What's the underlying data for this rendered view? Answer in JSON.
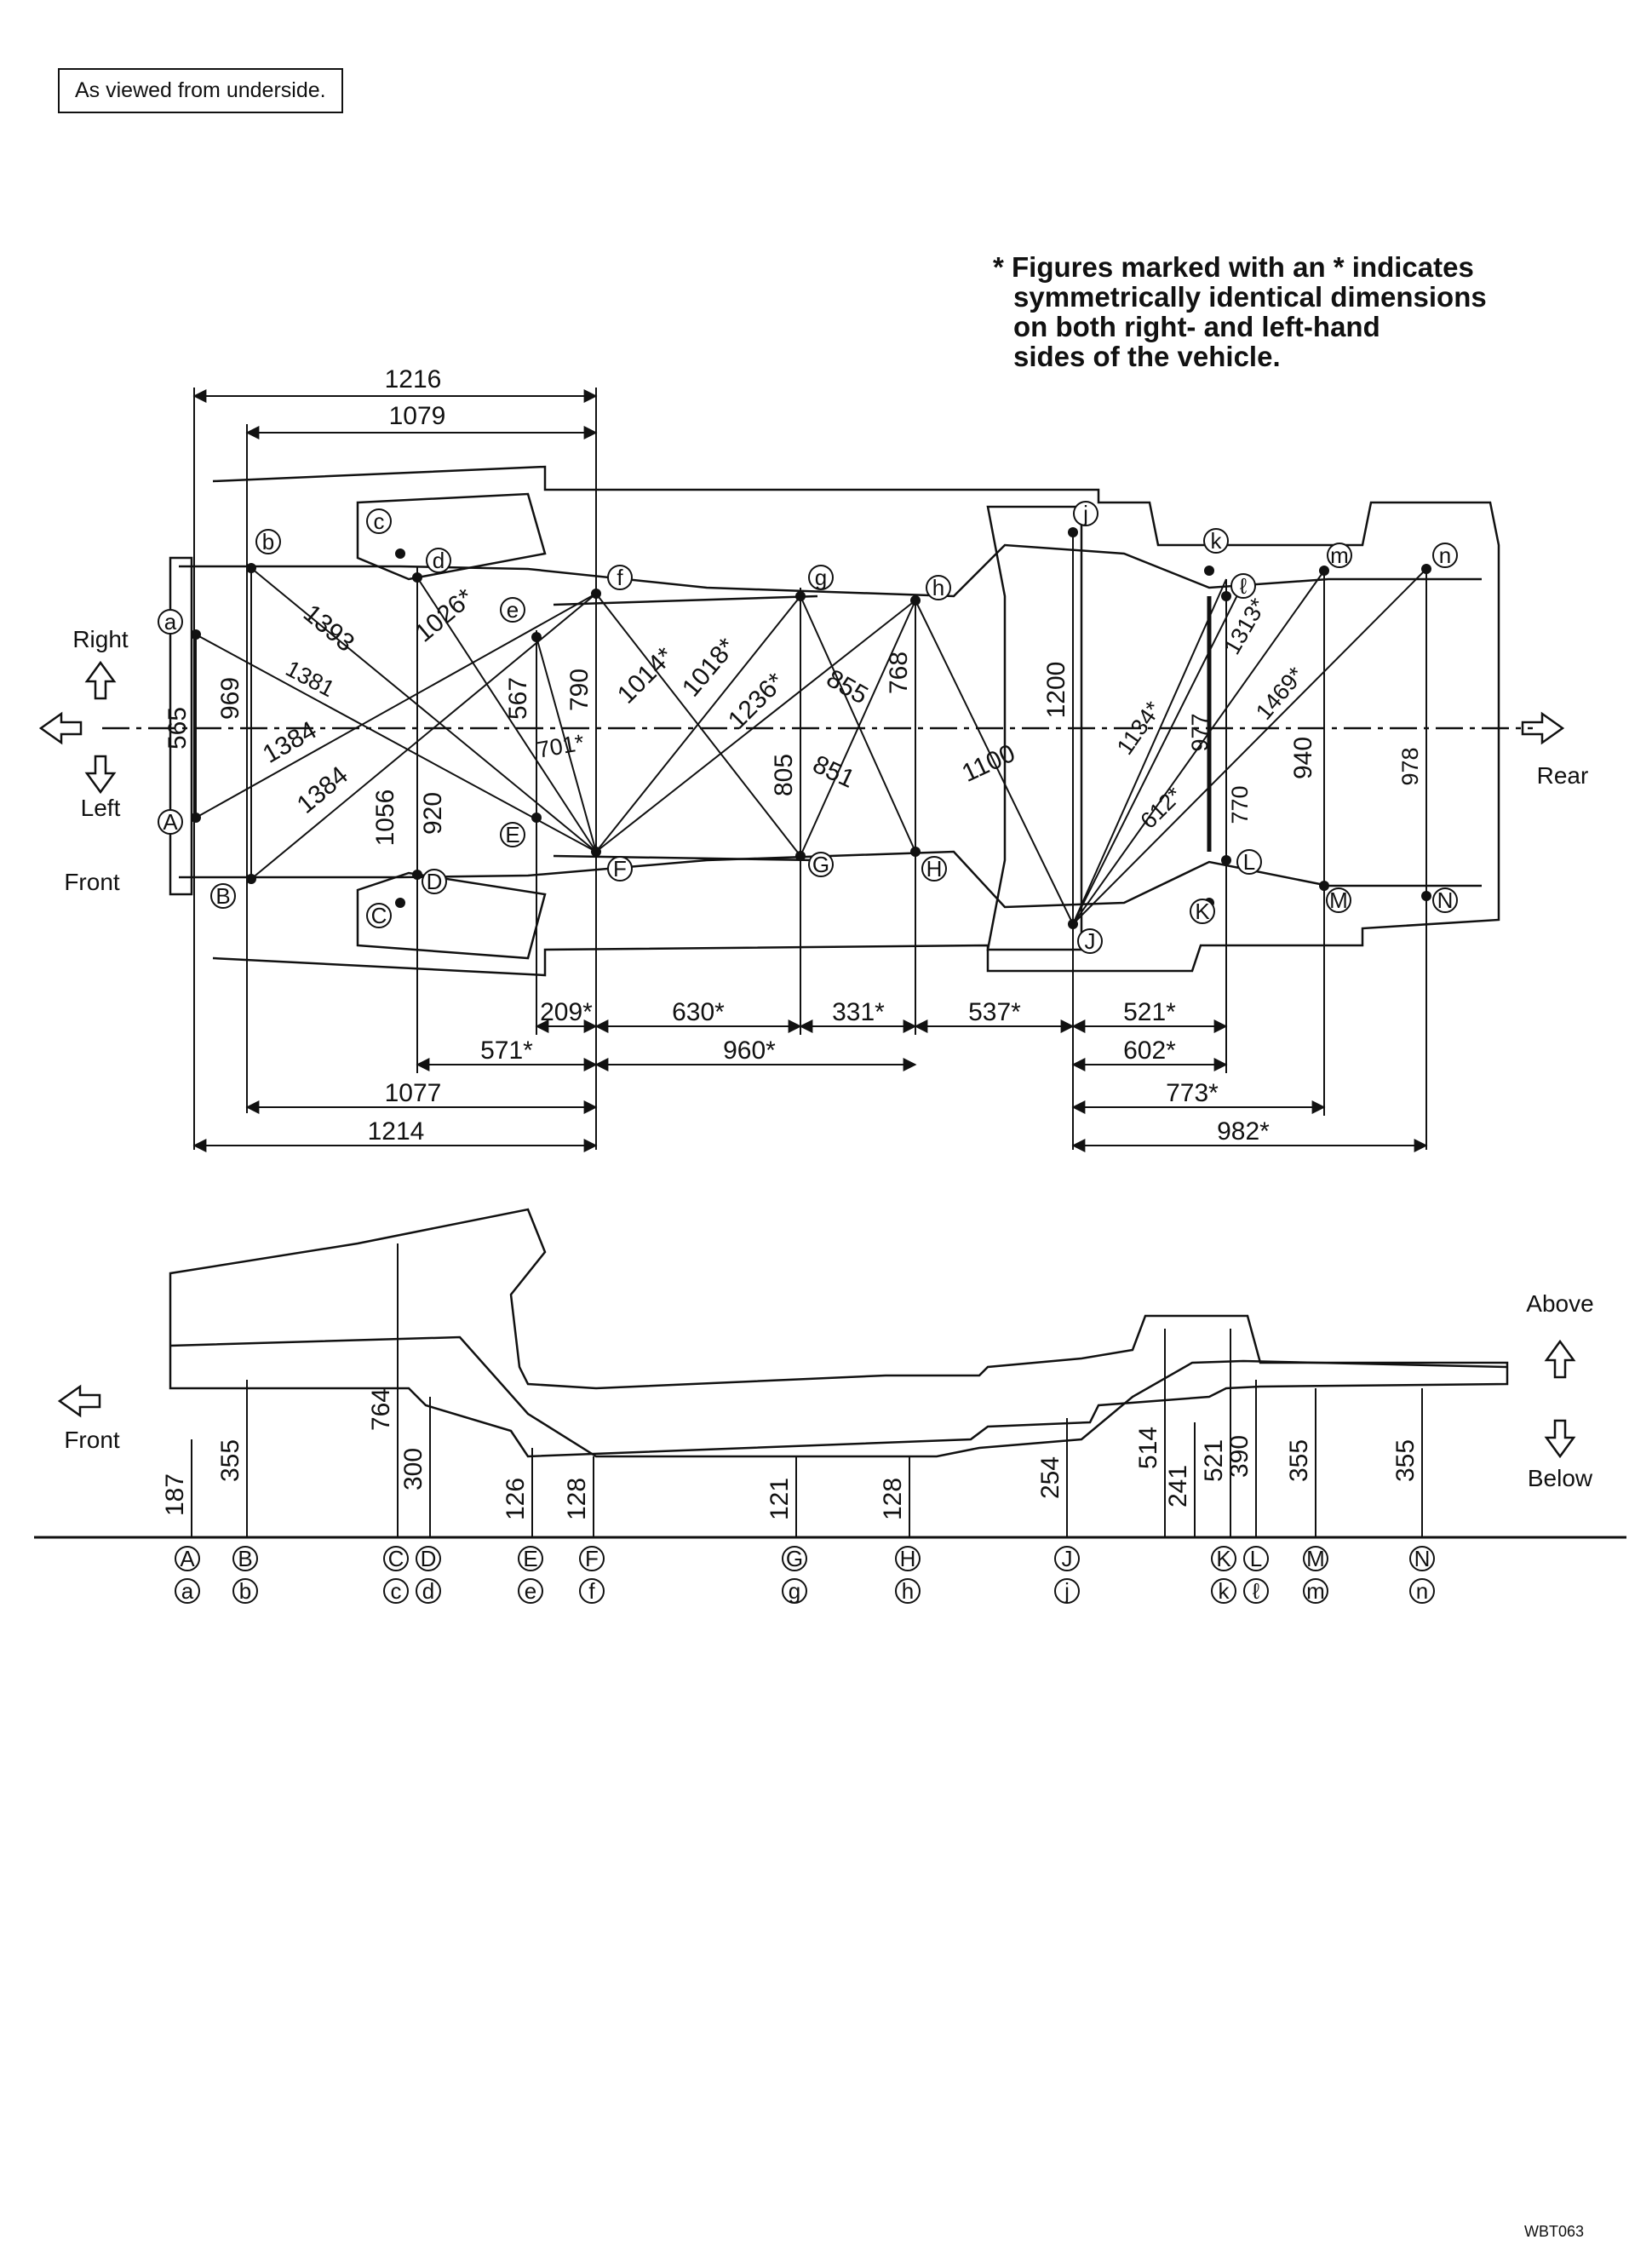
{
  "note_box": "As viewed from underside.",
  "footnote": {
    "line1": "* Figures marked with an * indicates",
    "line2": "symmetrically identical dimensions",
    "line3": "on both right- and left-hand",
    "line4": "sides of the vehicle."
  },
  "directions": {
    "right": "Right",
    "left": "Left",
    "front_top": "Front",
    "rear": "Rear",
    "front_side": "Front",
    "above": "Above",
    "below": "Below"
  },
  "top_view": {
    "top_dims": [
      "1216",
      "1079"
    ],
    "bottom_dims": [
      "209*",
      "630*",
      "331*",
      "537*",
      "521*",
      "571*",
      "960*",
      "602*",
      "1077",
      "773*",
      "1214",
      "982*"
    ],
    "vertical_dims": [
      "565",
      "969",
      "1056",
      "920",
      "567",
      "790",
      "805",
      "768",
      "1200",
      "977",
      "770",
      "940",
      "978"
    ],
    "diagonal_dims": [
      "1393",
      "1026*",
      "1381",
      "1384",
      "1384",
      "701*",
      "1014*",
      "1018*",
      "1236*",
      "855",
      "851",
      "1100",
      "1134*",
      "612*",
      "1313*",
      "1469*"
    ],
    "point_labels_upper": [
      "a",
      "b",
      "c",
      "d",
      "e",
      "f",
      "g",
      "h",
      "j",
      "k",
      "ℓ",
      "m",
      "n"
    ],
    "point_labels_lower": [
      "A",
      "B",
      "C",
      "D",
      "E",
      "F",
      "G",
      "H",
      "J",
      "K",
      "L",
      "M",
      "N"
    ]
  },
  "side_view": {
    "heights": [
      "187",
      "355",
      "764",
      "300",
      "126",
      "128",
      "121",
      "128",
      "254",
      "514",
      "241",
      "521",
      "390",
      "355",
      "355"
    ],
    "baseline_points": [
      {
        "upper": "A",
        "lower": "a"
      },
      {
        "upper": "B",
        "lower": "b"
      },
      {
        "upper": "C",
        "lower": "c"
      },
      {
        "upper": "D",
        "lower": "d"
      },
      {
        "upper": "E",
        "lower": "e"
      },
      {
        "upper": "F",
        "lower": "f"
      },
      {
        "upper": "G",
        "lower": "g"
      },
      {
        "upper": "H",
        "lower": "h"
      },
      {
        "upper": "J",
        "lower": "j"
      },
      {
        "upper": "K",
        "lower": "k"
      },
      {
        "upper": "L",
        "lower": "ℓ"
      },
      {
        "upper": "M",
        "lower": "m"
      },
      {
        "upper": "N",
        "lower": "n"
      }
    ]
  },
  "drawing_code": "WBT063"
}
